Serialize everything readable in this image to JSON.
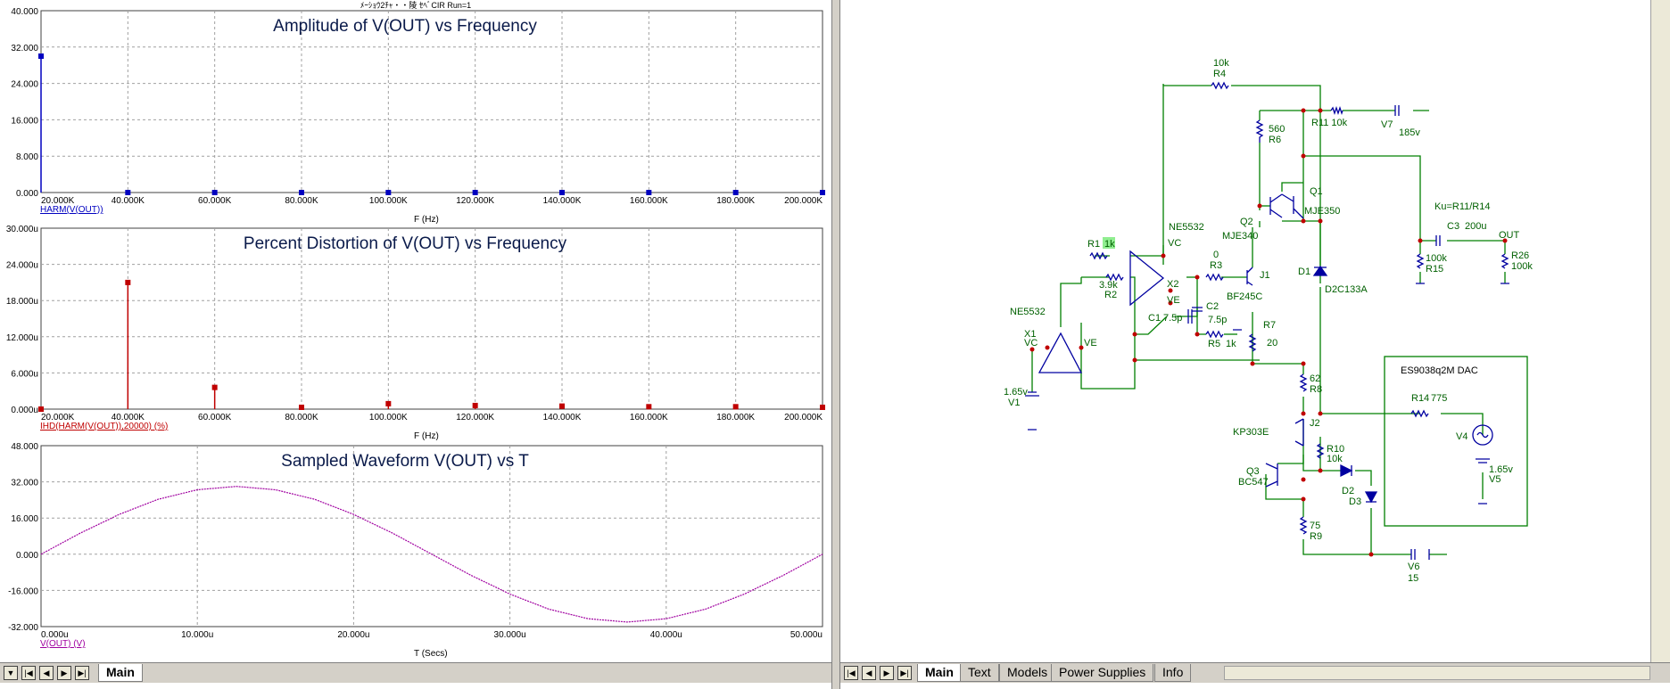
{
  "window": {
    "title": "ﾒｰｼｮｳ2ﾁｬ・・陵 ｾﾍﾞCIR Run=1"
  },
  "plots": {
    "amplitude": {
      "title": "Amplitude of V(OUT) vs Frequency",
      "y_ticks": [
        "40.000",
        "32.000",
        "24.000",
        "16.000",
        "8.000",
        "0.000"
      ],
      "x_ticks": [
        "20.000K",
        "40.000K",
        "60.000K",
        "80.000K",
        "100.000K",
        "120.000K",
        "140.000K",
        "160.000K",
        "180.000K",
        "200.000K"
      ],
      "trace_label": "HARM(V(OUT))",
      "xlabel": "F (Hz)"
    },
    "distortion": {
      "title": "Percent Distortion of V(OUT) vs Frequency",
      "y_ticks": [
        "30.000u",
        "24.000u",
        "18.000u",
        "12.000u",
        "6.000u",
        "0.000u"
      ],
      "x_ticks": [
        "20.000K",
        "40.000K",
        "60.000K",
        "80.000K",
        "100.000K",
        "120.000K",
        "140.000K",
        "160.000K",
        "180.000K",
        "200.000K"
      ],
      "trace_label": "IHD(HARM(V(OUT)),20000) (%)",
      "xlabel": "F (Hz)"
    },
    "waveform": {
      "title": "Sampled Waveform  V(OUT) vs T",
      "y_ticks": [
        "48.000",
        "32.000",
        "16.000",
        "0.000",
        "-16.000",
        "-32.000"
      ],
      "x_ticks": [
        "0.000u",
        "10.000u",
        "20.000u",
        "30.000u",
        "40.000u",
        "50.000u"
      ],
      "trace_label": "V(OUT) (V)",
      "xlabel": "T (Secs)"
    }
  },
  "chart_data": [
    {
      "type": "bar",
      "title": "Amplitude of V(OUT) vs Frequency",
      "xlabel": "F (Hz)",
      "ylabel": "",
      "x": [
        20000,
        40000,
        60000,
        80000,
        100000,
        120000,
        140000,
        160000,
        180000,
        200000
      ],
      "series": [
        {
          "name": "HARM(V(OUT))",
          "values": [
            30.0,
            0.0,
            0.0,
            0.0,
            0.0,
            0.0,
            0.0,
            0.0,
            0.0,
            0.0
          ]
        }
      ],
      "xlim": [
        20000,
        200000
      ],
      "ylim": [
        0,
        40
      ],
      "grid": true,
      "color": "#0000c0"
    },
    {
      "type": "bar",
      "title": "Percent Distortion of V(OUT) vs Frequency",
      "xlabel": "F (Hz)",
      "ylabel": "",
      "x": [
        20000,
        40000,
        60000,
        80000,
        100000,
        120000,
        140000,
        160000,
        180000,
        200000
      ],
      "series": [
        {
          "name": "IHD(HARM(V(OUT)),20000) (%)",
          "values": [
            0.0,
            21.0,
            3.6,
            0.3,
            0.9,
            0.6,
            0.5,
            0.4,
            0.4,
            0.3
          ]
        }
      ],
      "xlim": [
        20000,
        200000
      ],
      "ylim": [
        0,
        30
      ],
      "grid": true,
      "color": "#c00000"
    },
    {
      "type": "line",
      "title": "Sampled Waveform  V(OUT) vs T",
      "xlabel": "T (Secs)",
      "ylabel": "",
      "x": [
        0,
        2.5,
        5,
        7.5,
        10,
        12.5,
        15,
        17.5,
        20,
        22.5,
        25,
        27.5,
        30,
        32.5,
        35,
        37.5,
        40,
        42.5,
        45,
        47.5,
        50
      ],
      "series": [
        {
          "name": "V(OUT) (V)",
          "values": [
            0,
            9.3,
            17.6,
            24.3,
            28.5,
            30.0,
            28.5,
            24.3,
            17.6,
            9.3,
            0,
            -9.3,
            -17.6,
            -24.3,
            -28.5,
            -30.0,
            -28.5,
            -24.3,
            -17.6,
            -9.3,
            0
          ]
        }
      ],
      "xlim": [
        0,
        50
      ],
      "ylim": [
        -32,
        48
      ],
      "grid": true,
      "color": "#a000a0"
    }
  ],
  "schematic": {
    "labels": {
      "r4": "R4",
      "r4_val": "10k",
      "r11": "R11 10k",
      "v7": "V7",
      "v7_val": "185v",
      "r6": "R6",
      "r6_val": "560",
      "q1": "Q1",
      "q1_part": "MJE350",
      "q2": "Q2",
      "q2_part": "MJE340",
      "x2_part": "NE5532",
      "x2": "X2",
      "vc": "VC",
      "ve": "VE",
      "r1": "R1",
      "r1_val": "1k",
      "r2": "R2",
      "r2_val": "3.9k",
      "r3": "R3",
      "r3_val": "0",
      "j1": "J1",
      "j1_part": "BF245C",
      "d1": "D1",
      "d1_part": "D2C133A",
      "c1": "C1",
      "c1_val": "7.5p",
      "c2": "C2",
      "c2_val": "7.5p",
      "r5": "R5",
      "r5_val": "1k",
      "r7": "R7",
      "r7_val": "20",
      "x1_part": "NE5532",
      "x1": "X1",
      "x1_vc": "VC",
      "x1_ve": "VE",
      "v1": "V1",
      "v1_val": "1.65v",
      "ku": "Ku=R11/R14",
      "c3": "C3",
      "c3_val": "200u",
      "out": "OUT",
      "r15": "R15",
      "r15_val": "100k",
      "r26": "R26",
      "r26_val": "100k",
      "r8": "R8",
      "r8_val": "62",
      "dac_title": "ES9038q2M DAC",
      "r14": "R14",
      "r14_val": "775",
      "v4": "V4",
      "v5": "V5",
      "v5_val": "1.65v",
      "j2": "J2",
      "j2_part": "KP303E",
      "r10": "R10",
      "r10_val": "10k",
      "q3": "Q3",
      "q3_part": "BC547",
      "d2": "D2",
      "d3": "D3",
      "r9": "R9",
      "r9_val": "75",
      "v6": "V6",
      "v6_val": "15"
    }
  },
  "left_tabs": {
    "active": "Main"
  },
  "right_tabs": [
    "Main",
    "Text",
    "Models",
    "Power Supplies",
    "Info"
  ],
  "colors": {
    "grid": "#a0a0a0",
    "axis": "#404040",
    "wire": "#008000",
    "part": "#0000a0",
    "label": "#006000",
    "node": "#c00000"
  }
}
